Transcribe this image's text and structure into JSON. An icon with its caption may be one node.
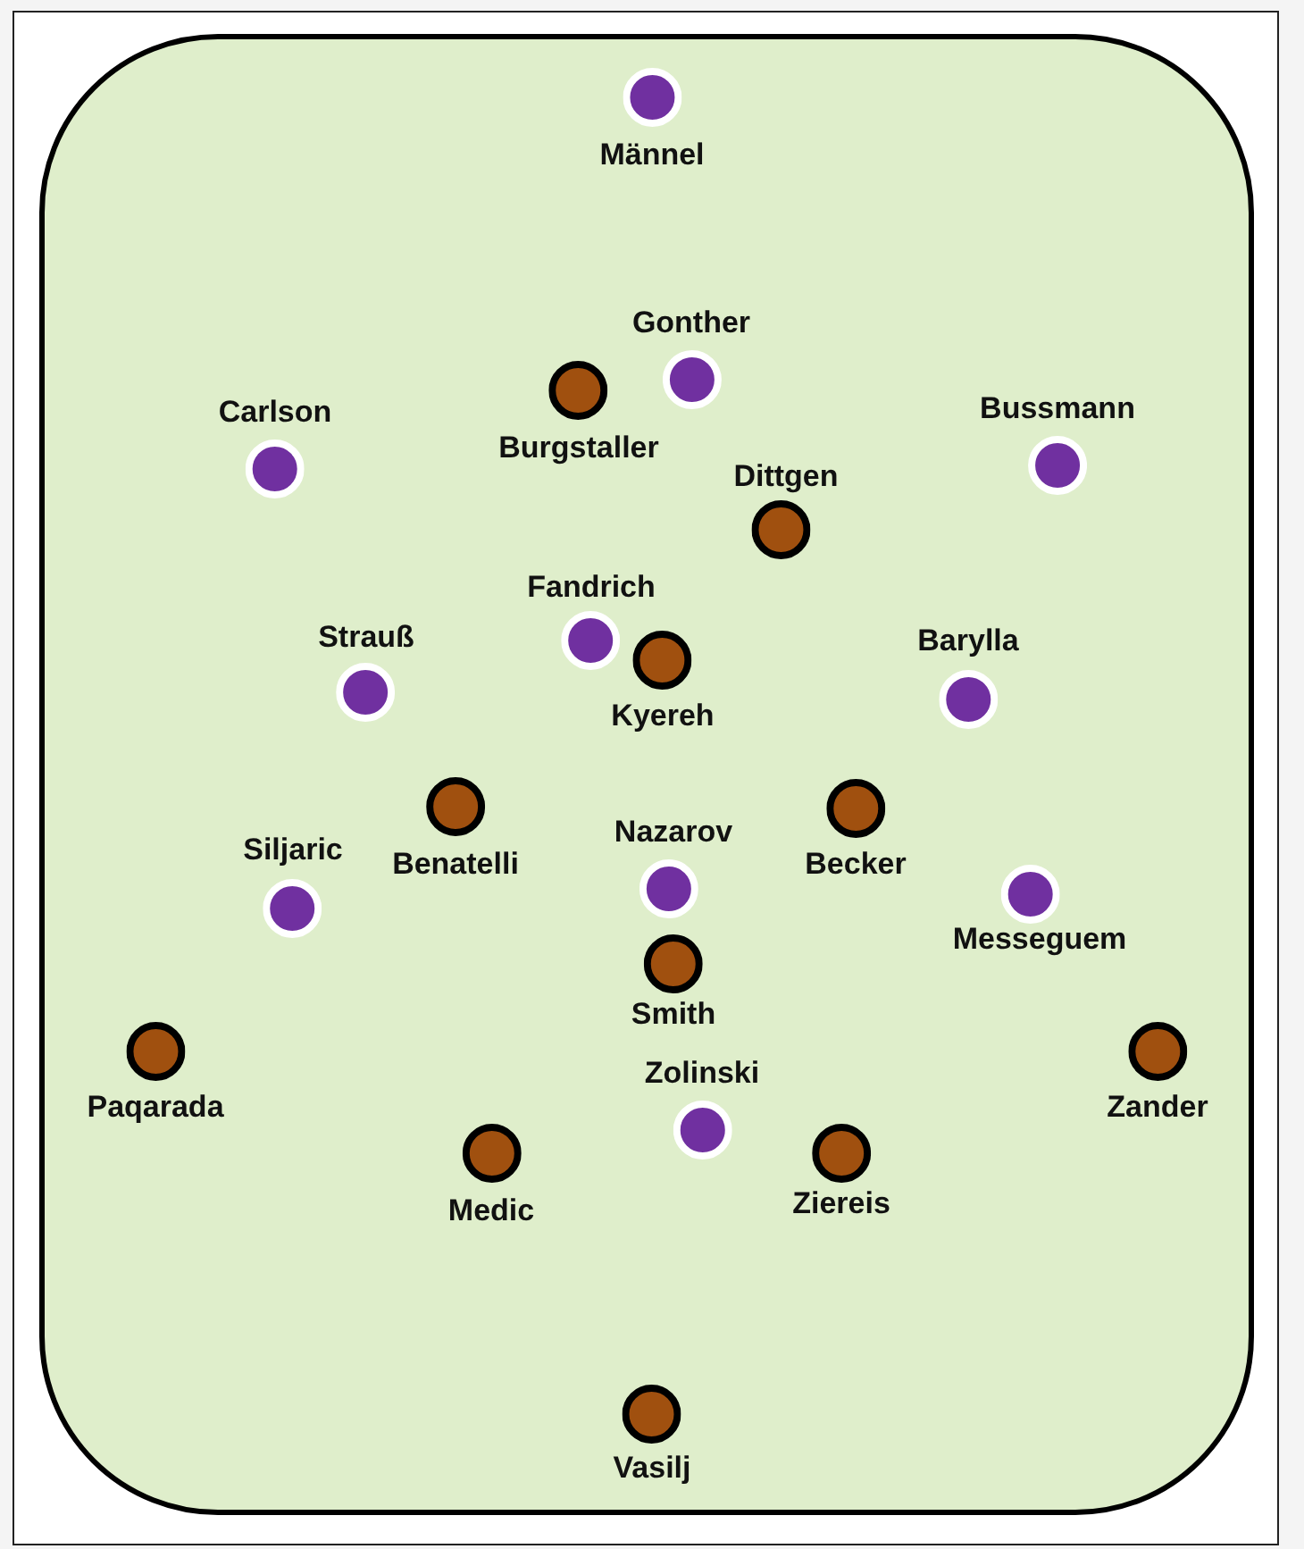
{
  "diagram": {
    "nodes": [
      {
        "text": [],
        "shape": "box"
      },
      {
        "text": [
          "Männel"
        ],
        "in": 0
      },
      {
        "text": [
          "Gonther"
        ],
        "in": 0
      },
      {
        "text": [
          "Burgstaller"
        ],
        "in": 0
      },
      {
        "text": [
          "Carlson"
        ],
        "in": 0
      },
      {
        "text": [
          "Bussmann"
        ],
        "in": 0
      },
      {
        "text": [
          "Dittgen"
        ],
        "in": 0
      },
      {
        "text": [
          "Fandrich"
        ],
        "in": 0
      },
      {
        "text": [
          "Strauß"
        ],
        "in": 0
      },
      {
        "text": [
          "Kyereh"
        ],
        "in": 0
      },
      {
        "text": [
          "Barylla"
        ],
        "in": 0
      },
      {
        "text": [
          "Benatelli"
        ],
        "in": 0
      },
      {
        "text": [
          "Becker"
        ],
        "in": 0
      },
      {
        "text": [
          "Nazarov"
        ],
        "in": 0
      },
      {
        "text": [
          "Siljaric"
        ],
        "in": 0
      },
      {
        "text": [
          "Messeguem"
        ],
        "in": 0
      },
      {
        "text": [
          "Smith"
        ],
        "in": 0
      },
      {
        "text": [
          "Paqarada"
        ],
        "in": 0
      },
      {
        "text": [
          "Zander"
        ],
        "in": 0
      },
      {
        "text": [
          "Zolinski"
        ],
        "in": 0
      },
      {
        "text": [
          "Medic"
        ],
        "in": 0
      },
      {
        "text": [
          "Ziereis"
        ],
        "in": 0
      },
      {
        "text": [
          "Vasilj"
        ],
        "in": 0
      }
    ]
  }
}
